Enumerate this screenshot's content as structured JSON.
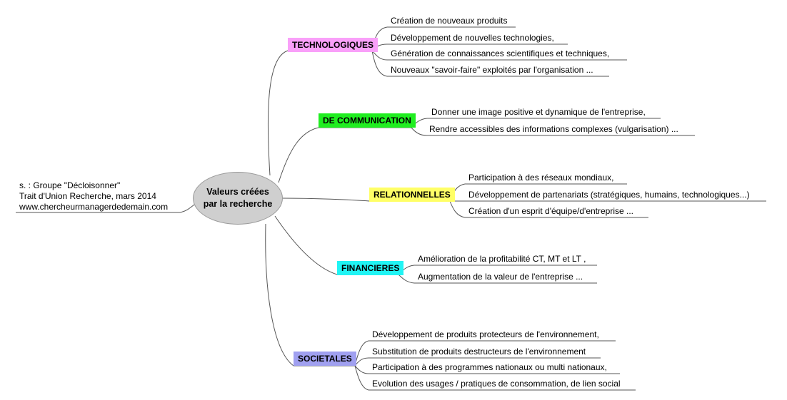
{
  "center": {
    "line1": "Valeurs créées",
    "line2": "par la recherche",
    "fill": "#cfcfcf"
  },
  "source": {
    "line1": "s. : Groupe \"Décloisonner\"",
    "line2": "Trait d'Union Recherche, mars 2014",
    "line3": "www.chercheurmanagerdedemain.com"
  },
  "branches": [
    {
      "label": "TECHNOLOGIQUES",
      "color": "#f9a0f9",
      "items": [
        "Création de nouveaux produits",
        "Développement de nouvelles technologies,",
        "Génération de connaissances scientifiques et techniques,",
        "Nouveaux \"savoir-faire\" exploités par l'organisation ..."
      ]
    },
    {
      "label": "DE COMMUNICATION",
      "color": "#20ee20",
      "items": [
        "Donner une image positive et dynamique de l'entreprise,",
        "Rendre accessibles des informations complexes (vulgarisation) ..."
      ]
    },
    {
      "label": "RELATIONNELLES",
      "color": "#ffff66",
      "items": [
        "Participation à des réseaux mondiaux,",
        "Développement de partenariats (stratégiques, humains, technologiques...)",
        "Création d'un esprit d'équipe/d'entreprise ..."
      ]
    },
    {
      "label": "FINANCIERES",
      "color": "#20f4f4",
      "items": [
        "Amélioration de la profitabilité CT, MT et LT ,",
        "Augmentation de la valeur de l'entreprise ..."
      ]
    },
    {
      "label": "SOCIETALES",
      "color": "#a0a0f0",
      "items": [
        "Développement  de produits protecteurs de l'environnement,",
        "Substitution de produits destructeurs de l'environnement",
        "Participation à des programmes nationaux ou multi nationaux,",
        "Evolution des usages / pratiques de consommation, de lien social"
      ]
    }
  ]
}
